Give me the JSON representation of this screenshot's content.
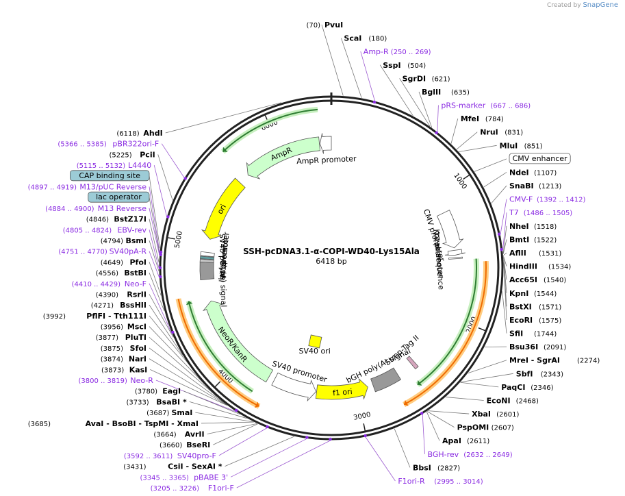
{
  "credit": {
    "prefix": "Created by",
    "brand": "SnapGene"
  },
  "plasmid": {
    "name": "SSH-pcDNA3.1-α-COPI-WD40-Lys15Ala",
    "size": "6418 bp",
    "length": 6418
  },
  "ticks": [
    {
      "pos": 1000,
      "label": "1000"
    },
    {
      "pos": 2000,
      "label": "2000"
    },
    {
      "pos": 3000,
      "label": "3000"
    },
    {
      "pos": 4000,
      "label": "4000"
    },
    {
      "pos": 5000,
      "label": "5000"
    },
    {
      "pos": 6000,
      "label": "6000"
    }
  ],
  "features": [
    {
      "name": "AmpR",
      "start": 5670,
      "end": 6320,
      "dir": -1,
      "color": "#ccffcc",
      "ring": 0,
      "type": "arrow"
    },
    {
      "name": "AmpR promoter",
      "start": 6325,
      "end": 6418,
      "dir": -1,
      "color": "#ffffff",
      "ring": 0,
      "type": "arrow"
    },
    {
      "name": "CMV enhancer",
      "start": 1000,
      "end": 1380,
      "dir": 1,
      "color": "#ffffff",
      "ring": 0,
      "type": "box-label"
    },
    {
      "name": "CMV promoter",
      "start": 1140,
      "end": 1440,
      "dir": 1,
      "color": "#ffffff",
      "ring": 0,
      "type": "arrow"
    },
    {
      "name": "T7 promoter",
      "start": 1460,
      "end": 1500,
      "dir": 1,
      "color": "#ffffff",
      "ring": 0,
      "type": "arrow"
    },
    {
      "name": "Kozak sequence",
      "start": 1520,
      "end": 1530,
      "dir": 1,
      "color": "#ffffff",
      "ring": 0,
      "type": "box"
    },
    {
      "name": "Strep-Tag II",
      "start": 2470,
      "end": 2500,
      "dir": 1,
      "color": "#d5a6bd",
      "ring": 0,
      "type": "box"
    },
    {
      "name": "bGH poly(A) signal",
      "start": 2640,
      "end": 2860,
      "dir": 1,
      "color": "#999999",
      "ring": 0,
      "type": "box"
    },
    {
      "name": "f1 ori",
      "start": 2905,
      "end": 3330,
      "dir": -1,
      "color": "#ffff00",
      "ring": 0,
      "type": "arrow"
    },
    {
      "name": "SV40 promoter",
      "start": 3335,
      "end": 3690,
      "dir": -1,
      "color": "#ffffff",
      "ring": 0,
      "type": "arrow"
    },
    {
      "name": "SV40 ori",
      "start": 3400,
      "end": 3460,
      "dir": 1,
      "color": "#ffff00",
      "ring": 1,
      "type": "box"
    },
    {
      "name": "NeoR/KanR",
      "start": 3740,
      "end": 4540,
      "dir": 1,
      "color": "#ccffcc",
      "ring": 0,
      "type": "arrow"
    },
    {
      "name": "SV40 poly(A) signal",
      "start": 4720,
      "end": 4860,
      "dir": -1,
      "color": "#999999",
      "ring": 0,
      "type": "box"
    },
    {
      "name": "M13 rev",
      "start": 4860,
      "end": 4880,
      "dir": -1,
      "color": "#cccccc",
      "ring": 0,
      "type": "box"
    },
    {
      "name": "lac operator",
      "start": 4885,
      "end": 4905,
      "dir": -1,
      "color": "#5f9ea0",
      "ring": 0,
      "type": "box"
    },
    {
      "name": "lac promoter",
      "start": 4910,
      "end": 4940,
      "dir": -1,
      "color": "#ffffff",
      "ring": 0,
      "type": "box"
    },
    {
      "name": "ori",
      "start": 5050,
      "end": 5580,
      "dir": -1,
      "color": "#ffff00",
      "ring": 0,
      "type": "arrow"
    }
  ],
  "orfs": [
    {
      "start": 5650,
      "end": 6330,
      "dir": -1,
      "color": "#2e7d32",
      "r": 232
    },
    {
      "start": 1540,
      "end": 2560,
      "dir": 1,
      "color": "#2e7d32",
      "r": 212
    },
    {
      "start": 1560,
      "end": 2710,
      "dir": 1,
      "color": "#ef6c00",
      "r": 226
    },
    {
      "start": 3790,
      "end": 4580,
      "dir": 1,
      "color": "#2e7d32",
      "r": 214
    },
    {
      "start": 3700,
      "end": 4610,
      "dir": -1,
      "color": "#ef6c00",
      "r": 228
    }
  ],
  "left_labels": [
    {
      "num": "(6118)",
      "name": "AhdI",
      "pos": 6118,
      "purple": false
    },
    {
      "num": "(5366 .. 5385)",
      "name": "pBR322ori-F",
      "pos": 5375,
      "purple": true
    },
    {
      "num": "(5225)",
      "name": "PciI",
      "pos": 5225,
      "purple": false
    },
    {
      "num": "(5115 .. 5132)",
      "name": "L4440",
      "pos": 5123,
      "purple": true
    },
    {
      "num": "",
      "name": "CAP binding site",
      "pos": 4930,
      "purple": false,
      "boxed": true
    },
    {
      "num": "(4897 .. 4919)",
      "name": "M13/pUC Reverse",
      "pos": 4908,
      "purple": true
    },
    {
      "num": "",
      "name": "lac operator",
      "pos": 4900,
      "purple": false,
      "boxed": true
    },
    {
      "num": "(4884 .. 4900)",
      "name": "M13 Reverse",
      "pos": 4892,
      "purple": true
    },
    {
      "num": "(4846)",
      "name": "BstZ17I",
      "pos": 4846,
      "purple": false
    },
    {
      "num": "(4805 .. 4824)",
      "name": "EBV-rev",
      "pos": 4814,
      "purple": true
    },
    {
      "num": "(4794)",
      "name": "BsmI",
      "pos": 4794,
      "purple": false
    },
    {
      "num": "(4751 .. 4770)",
      "name": "SV40pA-R",
      "pos": 4760,
      "purple": true
    },
    {
      "num": "(4649)",
      "name": "PfoI",
      "pos": 4649,
      "purple": false
    },
    {
      "num": "(4556)",
      "name": "BstBI",
      "pos": 4556,
      "purple": false
    },
    {
      "num": "(4410 .. 4429)",
      "name": "Neo-F",
      "pos": 4420,
      "purple": true
    },
    {
      "num": "(4390)",
      "name": "RsrII",
      "pos": 4390,
      "purple": false
    },
    {
      "num": "(4271)",
      "name": "BssHII",
      "pos": 4271,
      "purple": false
    },
    {
      "num": "(3992)",
      "name": "PflFI  - Tth111I",
      "pos": 3992,
      "purple": false
    },
    {
      "num": "(3956)",
      "name": "MscI",
      "pos": 3956,
      "purple": false
    },
    {
      "num": "(3877)",
      "name": "PluTI",
      "pos": 3877,
      "purple": false
    },
    {
      "num": "(3875)",
      "name": "SfoI",
      "pos": 3875,
      "purple": false
    },
    {
      "num": "(3874)",
      "name": "NarI",
      "pos": 3874,
      "purple": false
    },
    {
      "num": "(3873)",
      "name": "KasI",
      "pos": 3873,
      "purple": false
    },
    {
      "num": "(3800 .. 3819)",
      "name": "Neo-R",
      "pos": 3810,
      "purple": true
    },
    {
      "num": "(3780)",
      "name": "EagI",
      "pos": 3780,
      "purple": false
    },
    {
      "num": "(3733)",
      "name": "BsaBI *",
      "pos": 3733,
      "purple": false
    },
    {
      "num": "(3687)",
      "name": "SmaI",
      "pos": 3687,
      "purple": false
    },
    {
      "num": "(3685)",
      "name": "AvaI  - BsoBI  - TspMI  - XmaI",
      "pos": 3685,
      "purple": false
    },
    {
      "num": "(3664)",
      "name": "AvrII",
      "pos": 3664,
      "purple": false
    },
    {
      "num": "(3660)",
      "name": "BseRI",
      "pos": 3660,
      "purple": false
    },
    {
      "num": "(3592 .. 3611)",
      "name": "SV40pro-F",
      "pos": 3600,
      "purple": true
    },
    {
      "num": "(3431)",
      "name": "CsiI  - SexAI *",
      "pos": 3431,
      "purple": false
    },
    {
      "num": "(3345 .. 3365)",
      "name": "pBABE 3'",
      "pos": 3355,
      "purple": true
    },
    {
      "num": "(3205 .. 3226)",
      "name": "F1ori-F",
      "pos": 3215,
      "purple": true
    }
  ],
  "right_labels": [
    {
      "num": "(70)",
      "name": "PvuI",
      "pos": 70,
      "purple": false,
      "numFirst": true
    },
    {
      "num": "(180)",
      "name": "ScaI",
      "pos": 180,
      "purple": false
    },
    {
      "num": "(250 .. 269)",
      "name": "Amp-R",
      "pos": 260,
      "purple": true
    },
    {
      "num": "(504)",
      "name": "SspI",
      "pos": 504,
      "purple": false
    },
    {
      "num": "(621)",
      "name": "SgrDI",
      "pos": 621,
      "purple": false
    },
    {
      "num": "(635)",
      "name": "BglII",
      "pos": 635,
      "purple": false
    },
    {
      "num": "(667 .. 686)",
      "name": "pRS-marker",
      "pos": 676,
      "purple": true
    },
    {
      "num": "(784)",
      "name": "MfeI",
      "pos": 784,
      "purple": false
    },
    {
      "num": "(831)",
      "name": "NruI",
      "pos": 831,
      "purple": false
    },
    {
      "num": "(851)",
      "name": "MluI",
      "pos": 851,
      "purple": false
    },
    {
      "num": "",
      "name": "CMV enhancer",
      "pos": 1000,
      "purple": false,
      "boxed": true
    },
    {
      "num": "(1107)",
      "name": "NdeI",
      "pos": 1107,
      "purple": false
    },
    {
      "num": "(1213)",
      "name": "SnaBI",
      "pos": 1213,
      "purple": false
    },
    {
      "num": "(1392 .. 1412)",
      "name": "CMV-F",
      "pos": 1402,
      "purple": true
    },
    {
      "num": "(1486 .. 1505)",
      "name": "T7",
      "pos": 1495,
      "purple": true
    },
    {
      "num": "(1518)",
      "name": "NheI",
      "pos": 1518,
      "purple": false
    },
    {
      "num": "(1522)",
      "name": "BmtI",
      "pos": 1522,
      "purple": false
    },
    {
      "num": "(1531)",
      "name": "AflII",
      "pos": 1531,
      "purple": false
    },
    {
      "num": "(1534)",
      "name": "HindIII",
      "pos": 1534,
      "purple": false
    },
    {
      "num": "(1540)",
      "name": "Acc65I",
      "pos": 1540,
      "purple": false
    },
    {
      "num": "(1544)",
      "name": "KpnI",
      "pos": 1544,
      "purple": false
    },
    {
      "num": "(1571)",
      "name": "BstXI",
      "pos": 1571,
      "purple": false
    },
    {
      "num": "(1575)",
      "name": "EcoRI",
      "pos": 1575,
      "purple": false
    },
    {
      "num": "(1744)",
      "name": "SfiI",
      "pos": 1744,
      "purple": false
    },
    {
      "num": "(2091)",
      "name": "Bsu36I",
      "pos": 2091,
      "purple": false
    },
    {
      "num": "(2274)",
      "name": "MreI  - SgrAI",
      "pos": 2274,
      "purple": false
    },
    {
      "num": "(2343)",
      "name": "SbfI",
      "pos": 2343,
      "purple": false
    },
    {
      "num": "(2346)",
      "name": "PaqCI",
      "pos": 2346,
      "purple": false
    },
    {
      "num": "(2468)",
      "name": "EcoNI",
      "pos": 2468,
      "purple": false
    },
    {
      "num": "(2601)",
      "name": "XbaI",
      "pos": 2601,
      "purple": false
    },
    {
      "num": "(2607)",
      "name": "PspOMI",
      "pos": 2607,
      "purple": false
    },
    {
      "num": "(2611)",
      "name": "ApaI",
      "pos": 2611,
      "purple": false
    },
    {
      "num": "(2632 .. 2649)",
      "name": "BGH-rev",
      "pos": 2640,
      "purple": true
    },
    {
      "num": "(2827)",
      "name": "BbsI",
      "pos": 2827,
      "purple": false
    },
    {
      "num": "(2995 .. 3014)",
      "name": "F1ori-R",
      "pos": 3005,
      "purple": true
    }
  ]
}
